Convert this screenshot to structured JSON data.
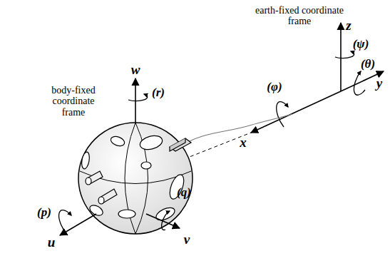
{
  "diagram": {
    "labels": [
      "earth-fixed coordinate frame",
      "z",
      "(ψ)",
      "(φ)",
      "(θ)",
      "x",
      "y",
      "body-fixed coordinate frame",
      "w",
      "(r)",
      "(p)",
      "u",
      "(q)",
      "v"
    ]
  }
}
